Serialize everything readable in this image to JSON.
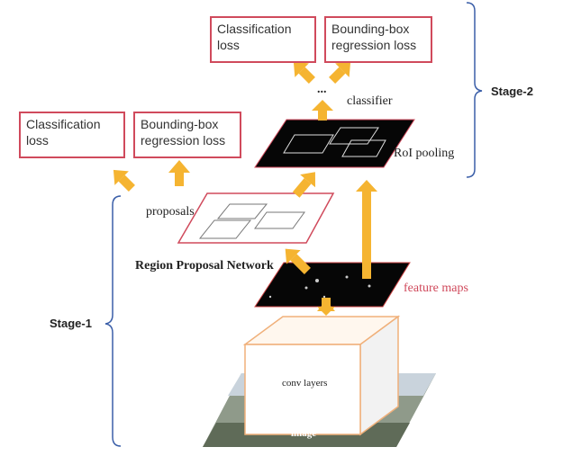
{
  "loss_boxes": {
    "stage2_cls": "Classification loss",
    "stage2_bbox": "Bounding-box regression loss",
    "stage1_cls": "Classification loss",
    "stage1_bbox": "Bounding-box regression loss"
  },
  "labels": {
    "ellipsis": "...",
    "classifier": "classifier",
    "roi_pooling": "RoI pooling",
    "proposals": "proposals",
    "rpn": "Region Proposal Network",
    "feature_maps": "feature maps",
    "conv_layers": "conv layers",
    "image": "image",
    "stage1": "Stage-1",
    "stage2": "Stage-2"
  },
  "colors": {
    "loss_border": "#d04a5c",
    "arrow": "#f5b431",
    "bracket": "#3a5ea8",
    "feature_maps_text": "#d04a5c"
  }
}
